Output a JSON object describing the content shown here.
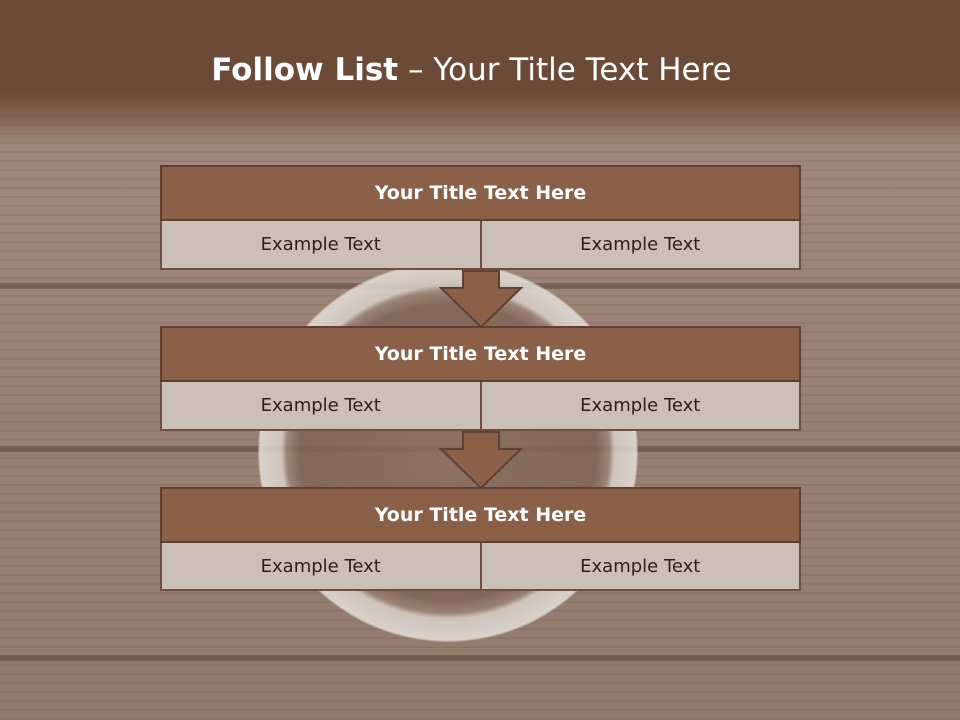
{
  "slide": {
    "title_bold": "Follow List",
    "title_rest": "– Your Title Text Here"
  },
  "blocks": [
    {
      "title": "Your Title Text Here",
      "left": "Example Text",
      "right": "Example Text"
    },
    {
      "title": "Your Title Text Here",
      "left": "Example Text",
      "right": "Example Text"
    },
    {
      "title": "Your Title Text Here",
      "left": "Example Text",
      "right": "Example Text"
    }
  ],
  "colors": {
    "header_bar": "#6b4a37",
    "block_title": "#8b6049",
    "block_cell": "#cbbfb8",
    "arrow": "#8b6049"
  },
  "icons": [
    "down-arrow-icon"
  ]
}
